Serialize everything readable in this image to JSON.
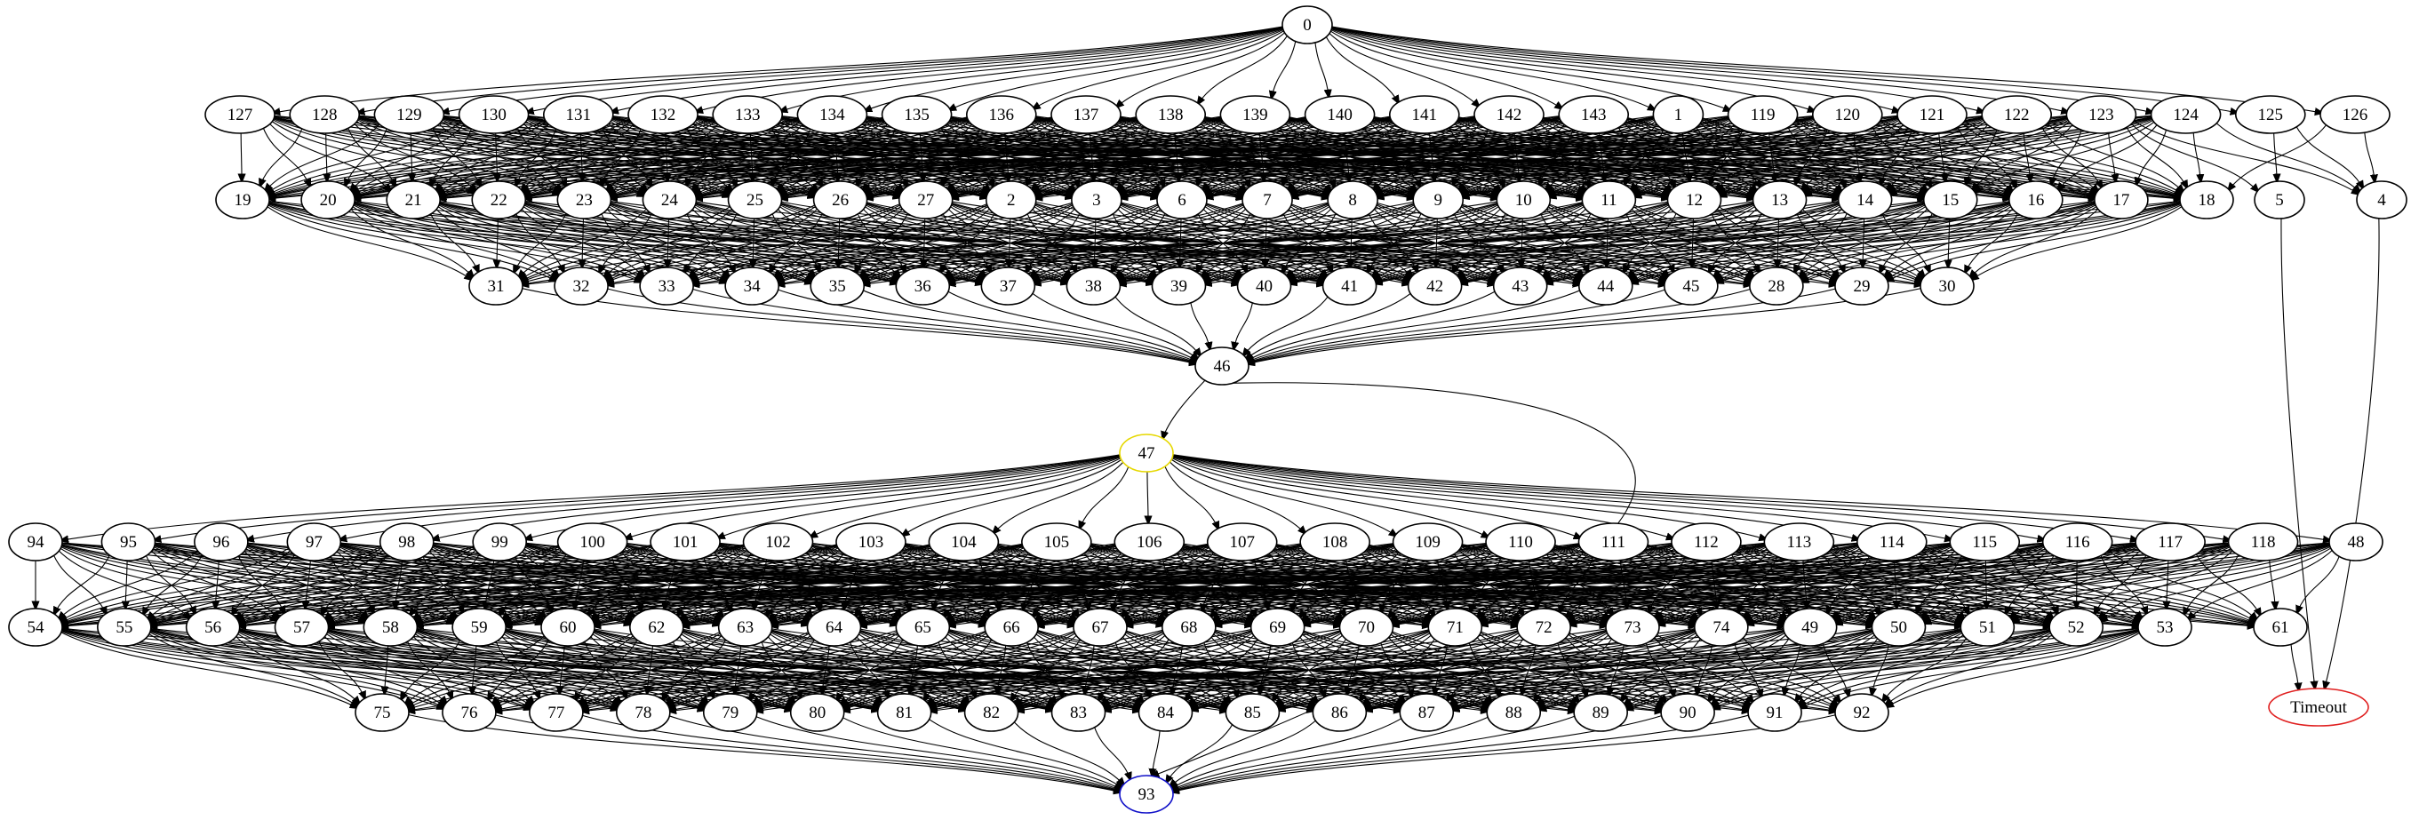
{
  "colors": {
    "default": "#000000",
    "start": "#e6d800",
    "end": "#1010c8",
    "timeout": "#e02020",
    "background": "#ffffff"
  },
  "nodes": {
    "n0": "0",
    "r1": [
      "127",
      "128",
      "129",
      "130",
      "131",
      "132",
      "133",
      "134",
      "135",
      "136",
      "137",
      "138",
      "139",
      "140",
      "141",
      "142",
      "143",
      "1",
      "119",
      "120",
      "121",
      "122",
      "123",
      "124",
      "125",
      "126"
    ],
    "r2": [
      "19",
      "20",
      "21",
      "22",
      "23",
      "24",
      "25",
      "26",
      "27",
      "2",
      "3",
      "6",
      "7",
      "8",
      "9",
      "10",
      "11",
      "12",
      "13",
      "14",
      "15",
      "16",
      "17",
      "18",
      "5",
      "4"
    ],
    "r3": [
      "31",
      "32",
      "33",
      "34",
      "35",
      "36",
      "37",
      "38",
      "39",
      "40",
      "41",
      "42",
      "43",
      "44",
      "45",
      "28",
      "29",
      "30"
    ],
    "n46": "46",
    "n47": "47",
    "r5": [
      "94",
      "95",
      "96",
      "97",
      "98",
      "99",
      "100",
      "101",
      "102",
      "103",
      "104",
      "105",
      "106",
      "107",
      "108",
      "109",
      "110",
      "111",
      "112",
      "113",
      "114",
      "115",
      "116",
      "117",
      "118",
      "48"
    ],
    "r6": [
      "54",
      "55",
      "56",
      "57",
      "58",
      "59",
      "60",
      "62",
      "63",
      "64",
      "65",
      "66",
      "67",
      "68",
      "69",
      "70",
      "71",
      "72",
      "73",
      "74",
      "49",
      "50",
      "51",
      "52",
      "53",
      "61"
    ],
    "r7": [
      "75",
      "76",
      "77",
      "78",
      "79",
      "80",
      "81",
      "82",
      "83",
      "84",
      "85",
      "86",
      "87",
      "88",
      "89",
      "90",
      "91",
      "92"
    ],
    "n93": "93",
    "timeout": "Timeout"
  },
  "edges": {
    "from_0": "0 → every node in row 1 (127–143, 1, 119–126)",
    "row1_to_row2": "each row-1 node → most row-2 nodes (dense); 125 → 5; 126 → 18, 17, 4",
    "row2_to_row3": "each row-2 node → most row-3 nodes (dense); 5 → Timeout; 4 → Timeout",
    "row3_to_46": "every row-3 node → 46",
    "n46_to_47": "46 → 47",
    "from_47": "47 → every node in row 5 (94–118, 48)",
    "row5_to_row6": "each row-5 node → most row-6 nodes (dense)",
    "row6_to_row7": "each row-6 node → most row-7 nodes (dense); 61 → Timeout",
    "row7_to_93": "every row-7 node → 93",
    "n46_to_93": "46 → 93"
  }
}
